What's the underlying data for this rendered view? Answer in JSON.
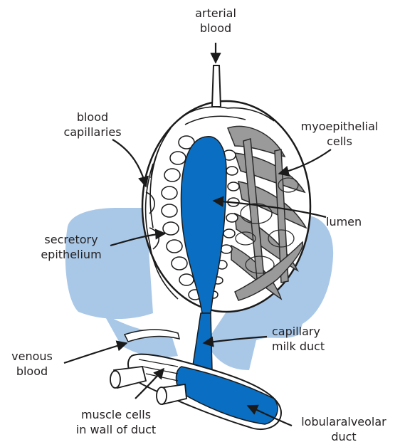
{
  "colors": {
    "lumen": "#0a6fc2",
    "background_tissue": "#a9c8e8",
    "myoepithelial": "#9a9a9a",
    "outline": "#1a1a1a"
  },
  "labels": {
    "arterial_blood": "arterial\nblood",
    "blood_capillaries": "blood\ncapillaries",
    "myoepithelial_cells": "myoepithelial\ncells",
    "lumen": "lumen",
    "secretory_epithelium": "secretory\nepithelium",
    "venous_blood": "venous\nblood",
    "capillary_milk_duct": "capillary\nmilk duct",
    "muscle_cells": "muscle cells\nin wall of duct",
    "lobularalveolar_duct": "lobularalveolar\nduct"
  }
}
